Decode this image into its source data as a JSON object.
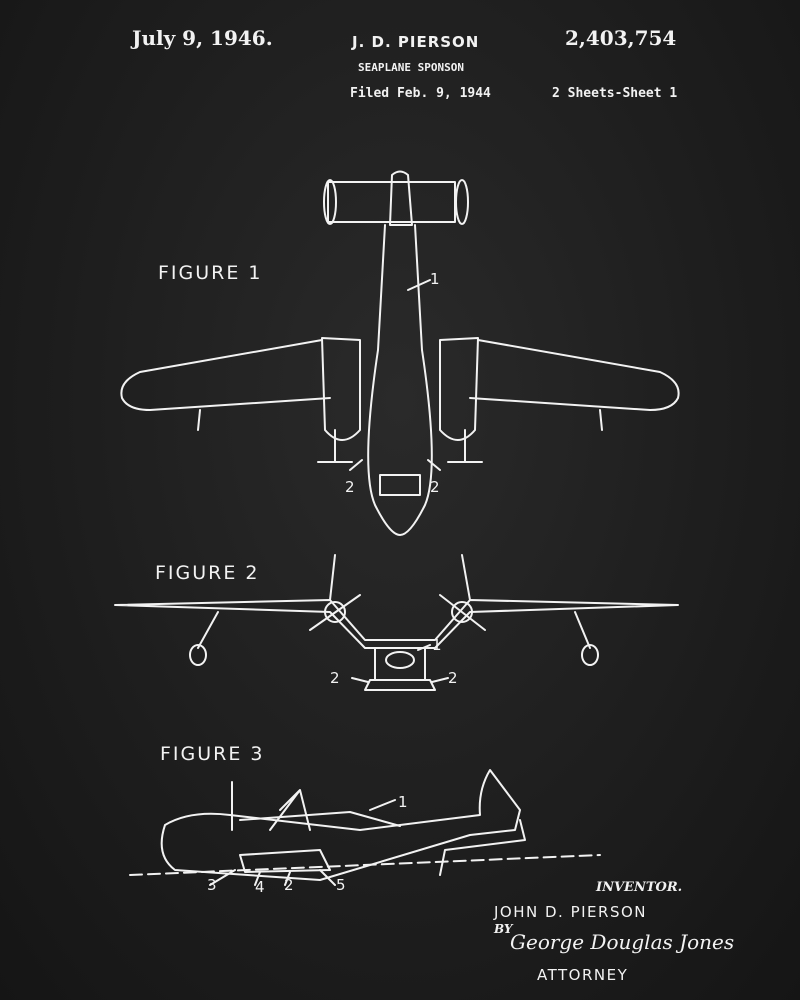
{
  "header": {
    "date": "July 9, 1946.",
    "inventor_short": "J. D. PIERSON",
    "title": "SEAPLANE SPONSON",
    "patent_number": "2,403,754",
    "filed": "Filed Feb. 9, 1944",
    "sheets": "2 Sheets-Sheet 1"
  },
  "figures": [
    {
      "label": "FIGURE 1",
      "callouts": [
        "1",
        "2",
        "2"
      ]
    },
    {
      "label": "FIGURE 2",
      "callouts": [
        "1",
        "2",
        "2"
      ]
    },
    {
      "label": "FIGURE 3",
      "callouts": [
        "1",
        "3",
        "4",
        "2",
        "5"
      ]
    }
  ],
  "footer": {
    "inventor_label": "INVENTOR.",
    "inventor_name": "JOHN D. PIERSON",
    "by": "BY",
    "signature": "George Douglas Jones",
    "attorney_label": "ATTORNEY"
  },
  "colors": {
    "background": "#1e1e1e",
    "ink": "#f2f2f2"
  }
}
